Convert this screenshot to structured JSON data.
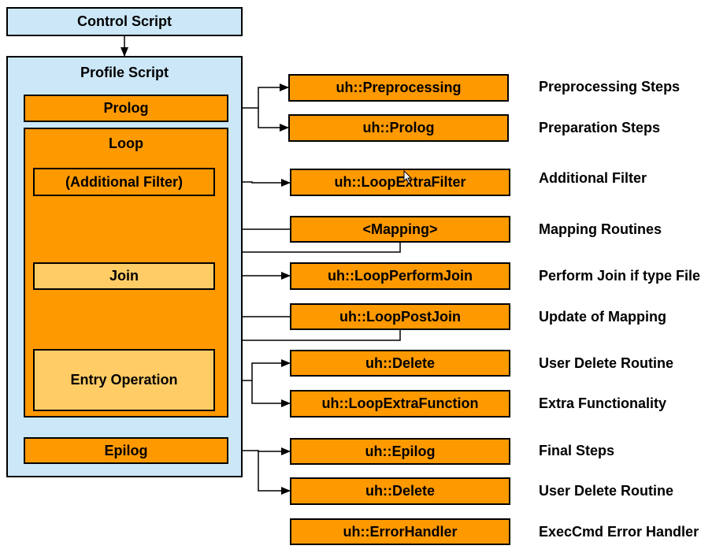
{
  "control_script": "Control Script",
  "profile_script": "Profile Script",
  "prolog": "Prolog",
  "loop": "Loop",
  "additional_filter": "(Additional Filter)",
  "join": "Join",
  "entry_operation": "Entry Operation",
  "epilog": "Epilog",
  "routines": [
    {
      "name": "uh::Preprocessing",
      "description": "Preprocessing Steps"
    },
    {
      "name": "uh::Prolog",
      "description": "Preparation Steps"
    },
    {
      "name": "uh::LoopExtraFilter",
      "description": "Additional Filter"
    },
    {
      "name": "<Mapping>",
      "description": "Mapping Routines"
    },
    {
      "name": "uh::LoopPerformJoin",
      "description": "Perform Join if type File"
    },
    {
      "name": "uh::LoopPostJoin",
      "description": "Update of Mapping"
    },
    {
      "name": "uh::Delete",
      "description": "User Delete Routine"
    },
    {
      "name": "uh::LoopExtraFunction",
      "description": "Extra Functionality"
    },
    {
      "name": "uh::Epilog",
      "description": "Final Steps"
    },
    {
      "name": "uh::Delete",
      "description": "User Delete Routine"
    },
    {
      "name": "uh::ErrorHandler",
      "description": "ExecCmd Error Handler"
    }
  ]
}
